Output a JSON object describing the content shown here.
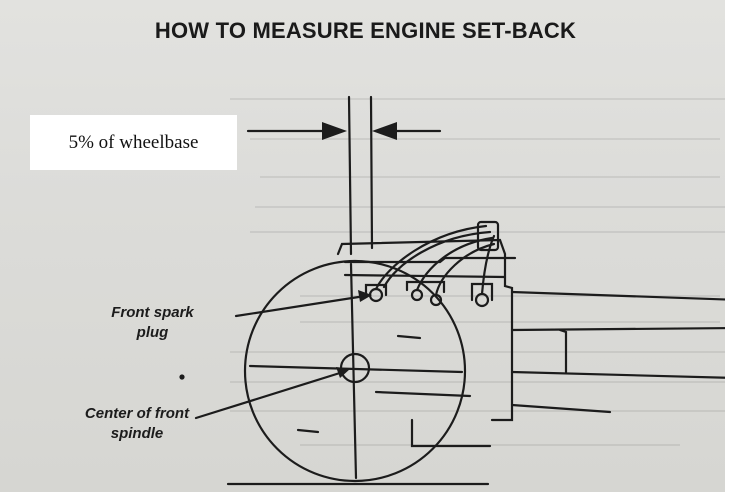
{
  "title": "HOW TO MEASURE ENGINE SET-BACK",
  "callout": {
    "text": "5% of wheelbase"
  },
  "labels": {
    "spark_plug_line1": "Front spark",
    "spark_plug_line2": "plug",
    "spindle_line1": "Center of front",
    "spindle_line2": "spindle"
  },
  "colors": {
    "paper": "#dcdcd9",
    "ink": "#1c1c1c",
    "callout_bg": "#ffffff"
  }
}
